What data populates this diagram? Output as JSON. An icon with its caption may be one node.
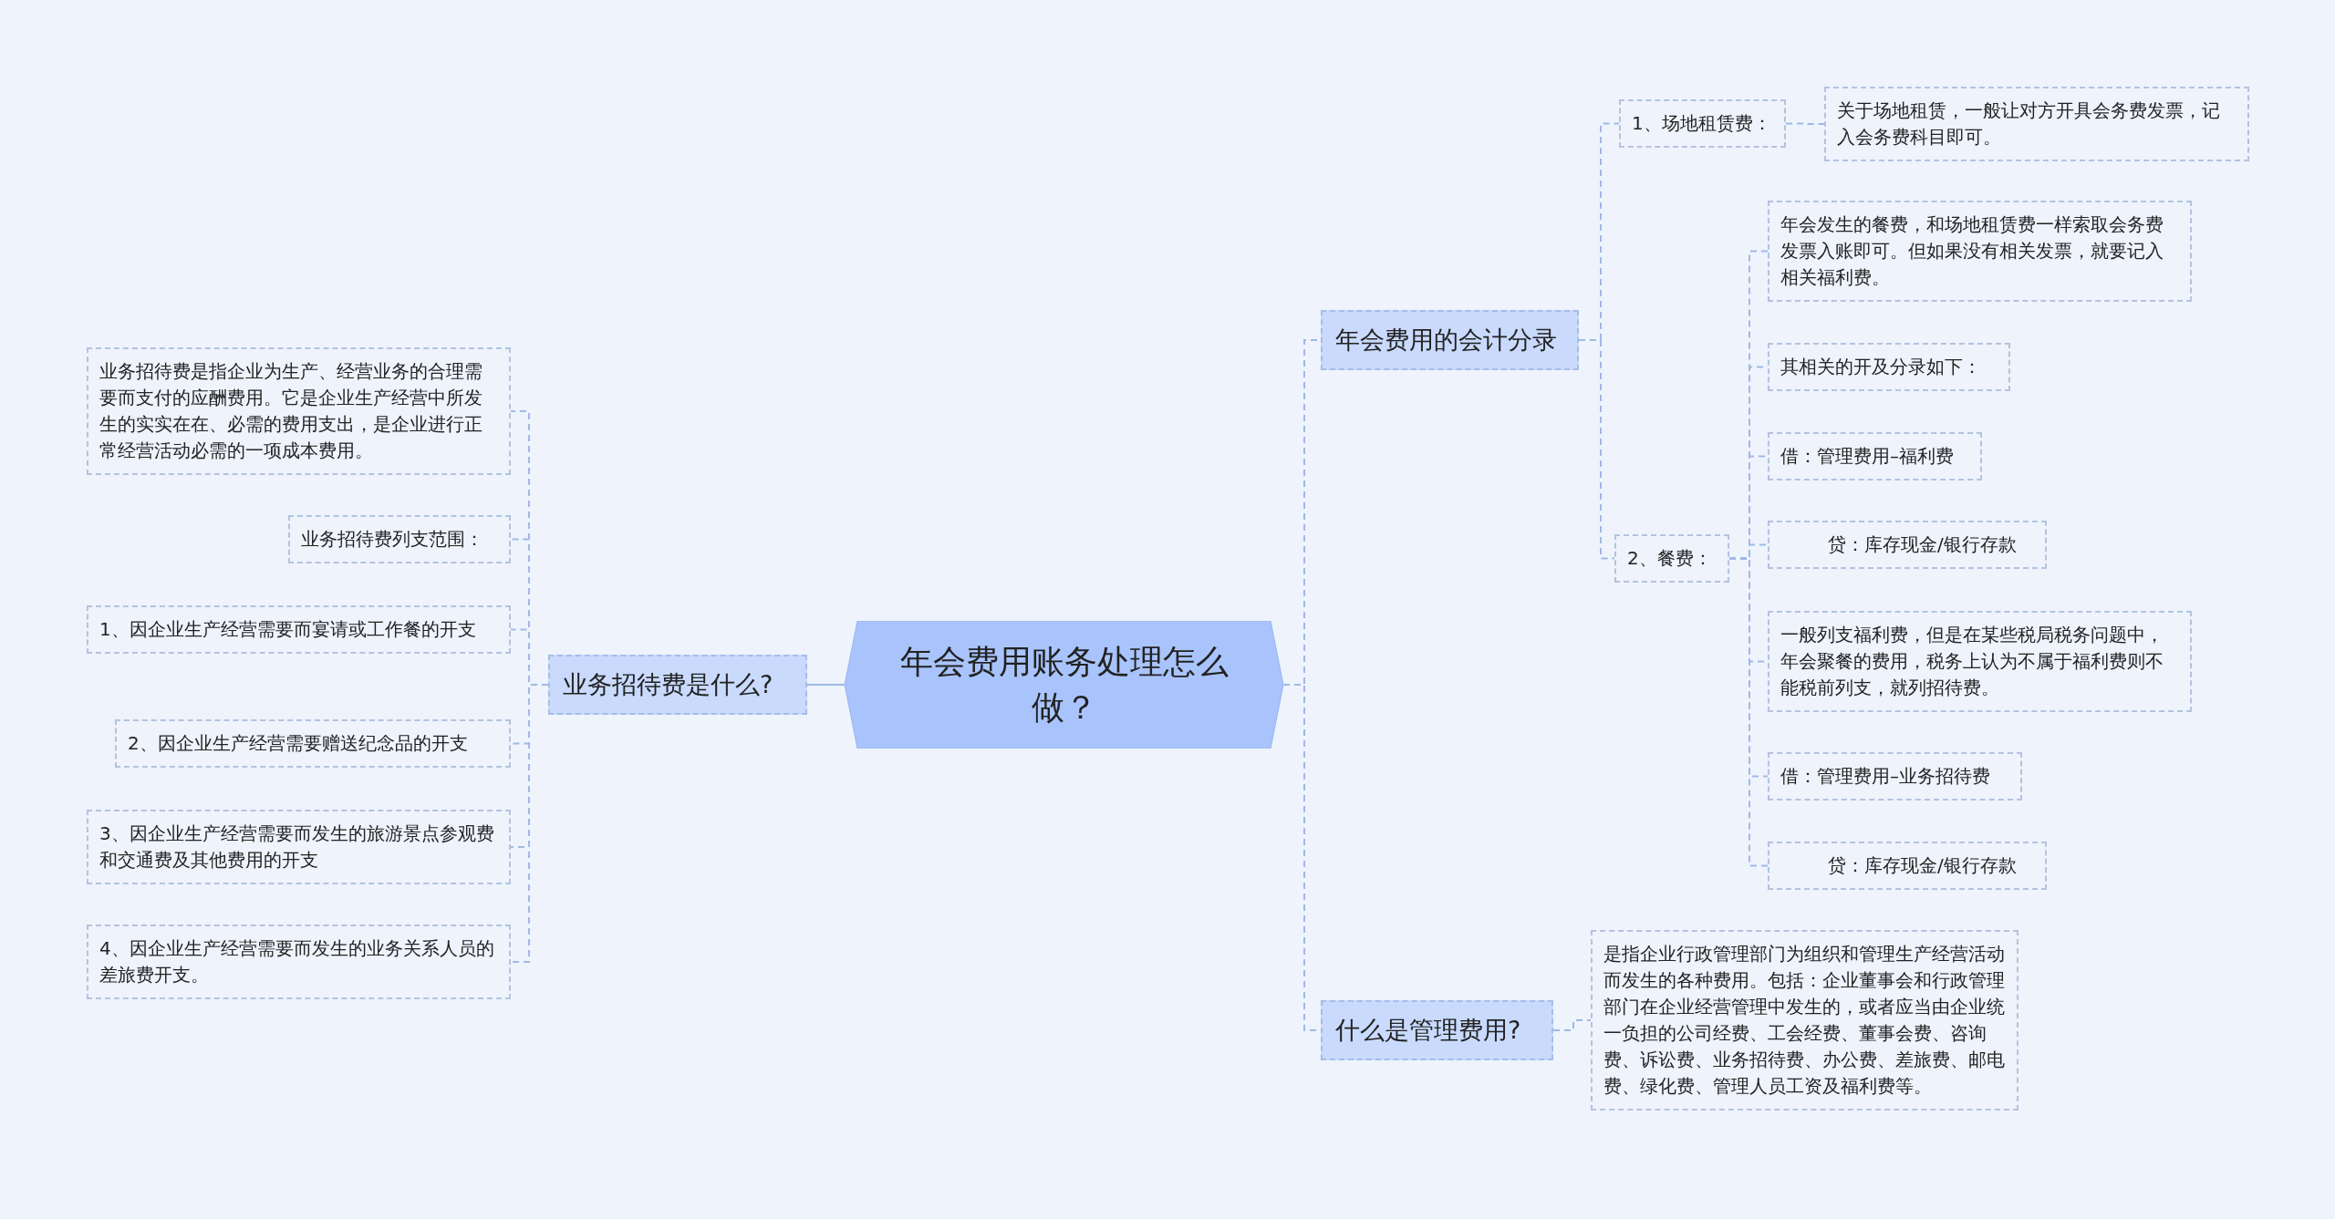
{
  "diagram": {
    "nodes": [
      {
        "text": [
          "年会费用账务处理怎么做？"
        ]
      },
      {
        "text": [
          "业务招待费是什么?"
        ]
      },
      {
        "text": [
          "业务招待费是指企业为生产、经营业务的合理需要而支付的应酬费用。它是企业生产经营中所发生的实实在在、必需的费用支出，是企业进行正常经营活动必需的一项成本费用。"
        ]
      },
      {
        "text": [
          "业务招待费列支范围："
        ]
      },
      {
        "text": [
          "1、因企业生产经营需要而宴请或工作餐的开支"
        ]
      },
      {
        "text": [
          "2、因企业生产经营需要赠送纪念品的开支"
        ]
      },
      {
        "text": [
          "3、因企业生产经营需要而发生的旅游景点参观费和交通费及其他费用的开支"
        ]
      },
      {
        "text": [
          "4、因企业生产经营需要而发生的业务关系人员的差旅费开支。"
        ]
      },
      {
        "text": [
          "年会费用的会计分录"
        ]
      },
      {
        "text": [
          "1、场地租赁费："
        ]
      },
      {
        "text": [
          "关于场地租赁，一般让对方开具会务费发票，记入会务费科目即可。"
        ]
      },
      {
        "text": [
          "2、餐费："
        ]
      },
      {
        "text": [
          "年会发生的餐费，和场地租赁费一样索取会务费发票入账即可。但如果没有相关发票，就要记入相关福利费。"
        ]
      },
      {
        "text": [
          "其相关的开及分录如下："
        ]
      },
      {
        "text": [
          "借：管理费用–福利费"
        ]
      },
      {
        "text": [
          "贷：库存现金/银行存款"
        ]
      },
      {
        "text": [
          "一般列支福利费，但是在某些税局税务问题中，年会聚餐的费用，税务上认为不属于福利费则不能税前列支，就列招待费。"
        ]
      },
      {
        "text": [
          "借：管理费用–业务招待费"
        ]
      },
      {
        "text": [
          "贷：库存现金/银行存款"
        ]
      },
      {
        "text": [
          "什么是管理费用?"
        ]
      },
      {
        "text": [
          "是指企业行政管理部门为组织和管理生产经营活动而发生的各种费用。包括：企业董事会和行政管理部门在企业经营管理中发生的，或者应当由企业统一负担的公司经费、工会经费、董事会费、咨询费、诉讼费、业务招待费、办公费、差旅费、邮电费、绿化费、管理人员工资及福利费等。"
        ]
      }
    ],
    "edges": [
      {
        "from": 0,
        "to": 1,
        "arrow": "none"
      },
      {
        "from": 1,
        "to": 2,
        "arrow": "none",
        "style": "dashed"
      },
      {
        "from": 1,
        "to": 3,
        "arrow": "none",
        "style": "dashed"
      },
      {
        "from": 1,
        "to": 4,
        "arrow": "none",
        "style": "dashed"
      },
      {
        "from": 1,
        "to": 5,
        "arrow": "none",
        "style": "dashed"
      },
      {
        "from": 1,
        "to": 6,
        "arrow": "none",
        "style": "dashed"
      },
      {
        "from": 1,
        "to": 7,
        "arrow": "none",
        "style": "dashed"
      },
      {
        "from": 0,
        "to": 8,
        "arrow": "none",
        "style": "dashed"
      },
      {
        "from": 8,
        "to": 9,
        "arrow": "none",
        "style": "dashed"
      },
      {
        "from": 9,
        "to": 10,
        "arrow": "none",
        "style": "dashed"
      },
      {
        "from": 8,
        "to": 11,
        "arrow": "none",
        "style": "dashed"
      },
      {
        "from": 11,
        "to": 12,
        "arrow": "none",
        "style": "dashed"
      },
      {
        "from": 11,
        "to": 13,
        "arrow": "none",
        "style": "dashed"
      },
      {
        "from": 11,
        "to": 14,
        "arrow": "none",
        "style": "dashed"
      },
      {
        "from": 11,
        "to": 15,
        "arrow": "none",
        "style": "dashed"
      },
      {
        "from": 11,
        "to": 16,
        "arrow": "none",
        "style": "dashed"
      },
      {
        "from": 11,
        "to": 17,
        "arrow": "none",
        "style": "dashed"
      },
      {
        "from": 11,
        "to": 18,
        "arrow": "none",
        "style": "dashed"
      },
      {
        "from": 0,
        "to": 19,
        "arrow": "none",
        "style": "dashed"
      },
      {
        "from": 19,
        "to": 20,
        "arrow": "none",
        "style": "dashed"
      }
    ]
  }
}
